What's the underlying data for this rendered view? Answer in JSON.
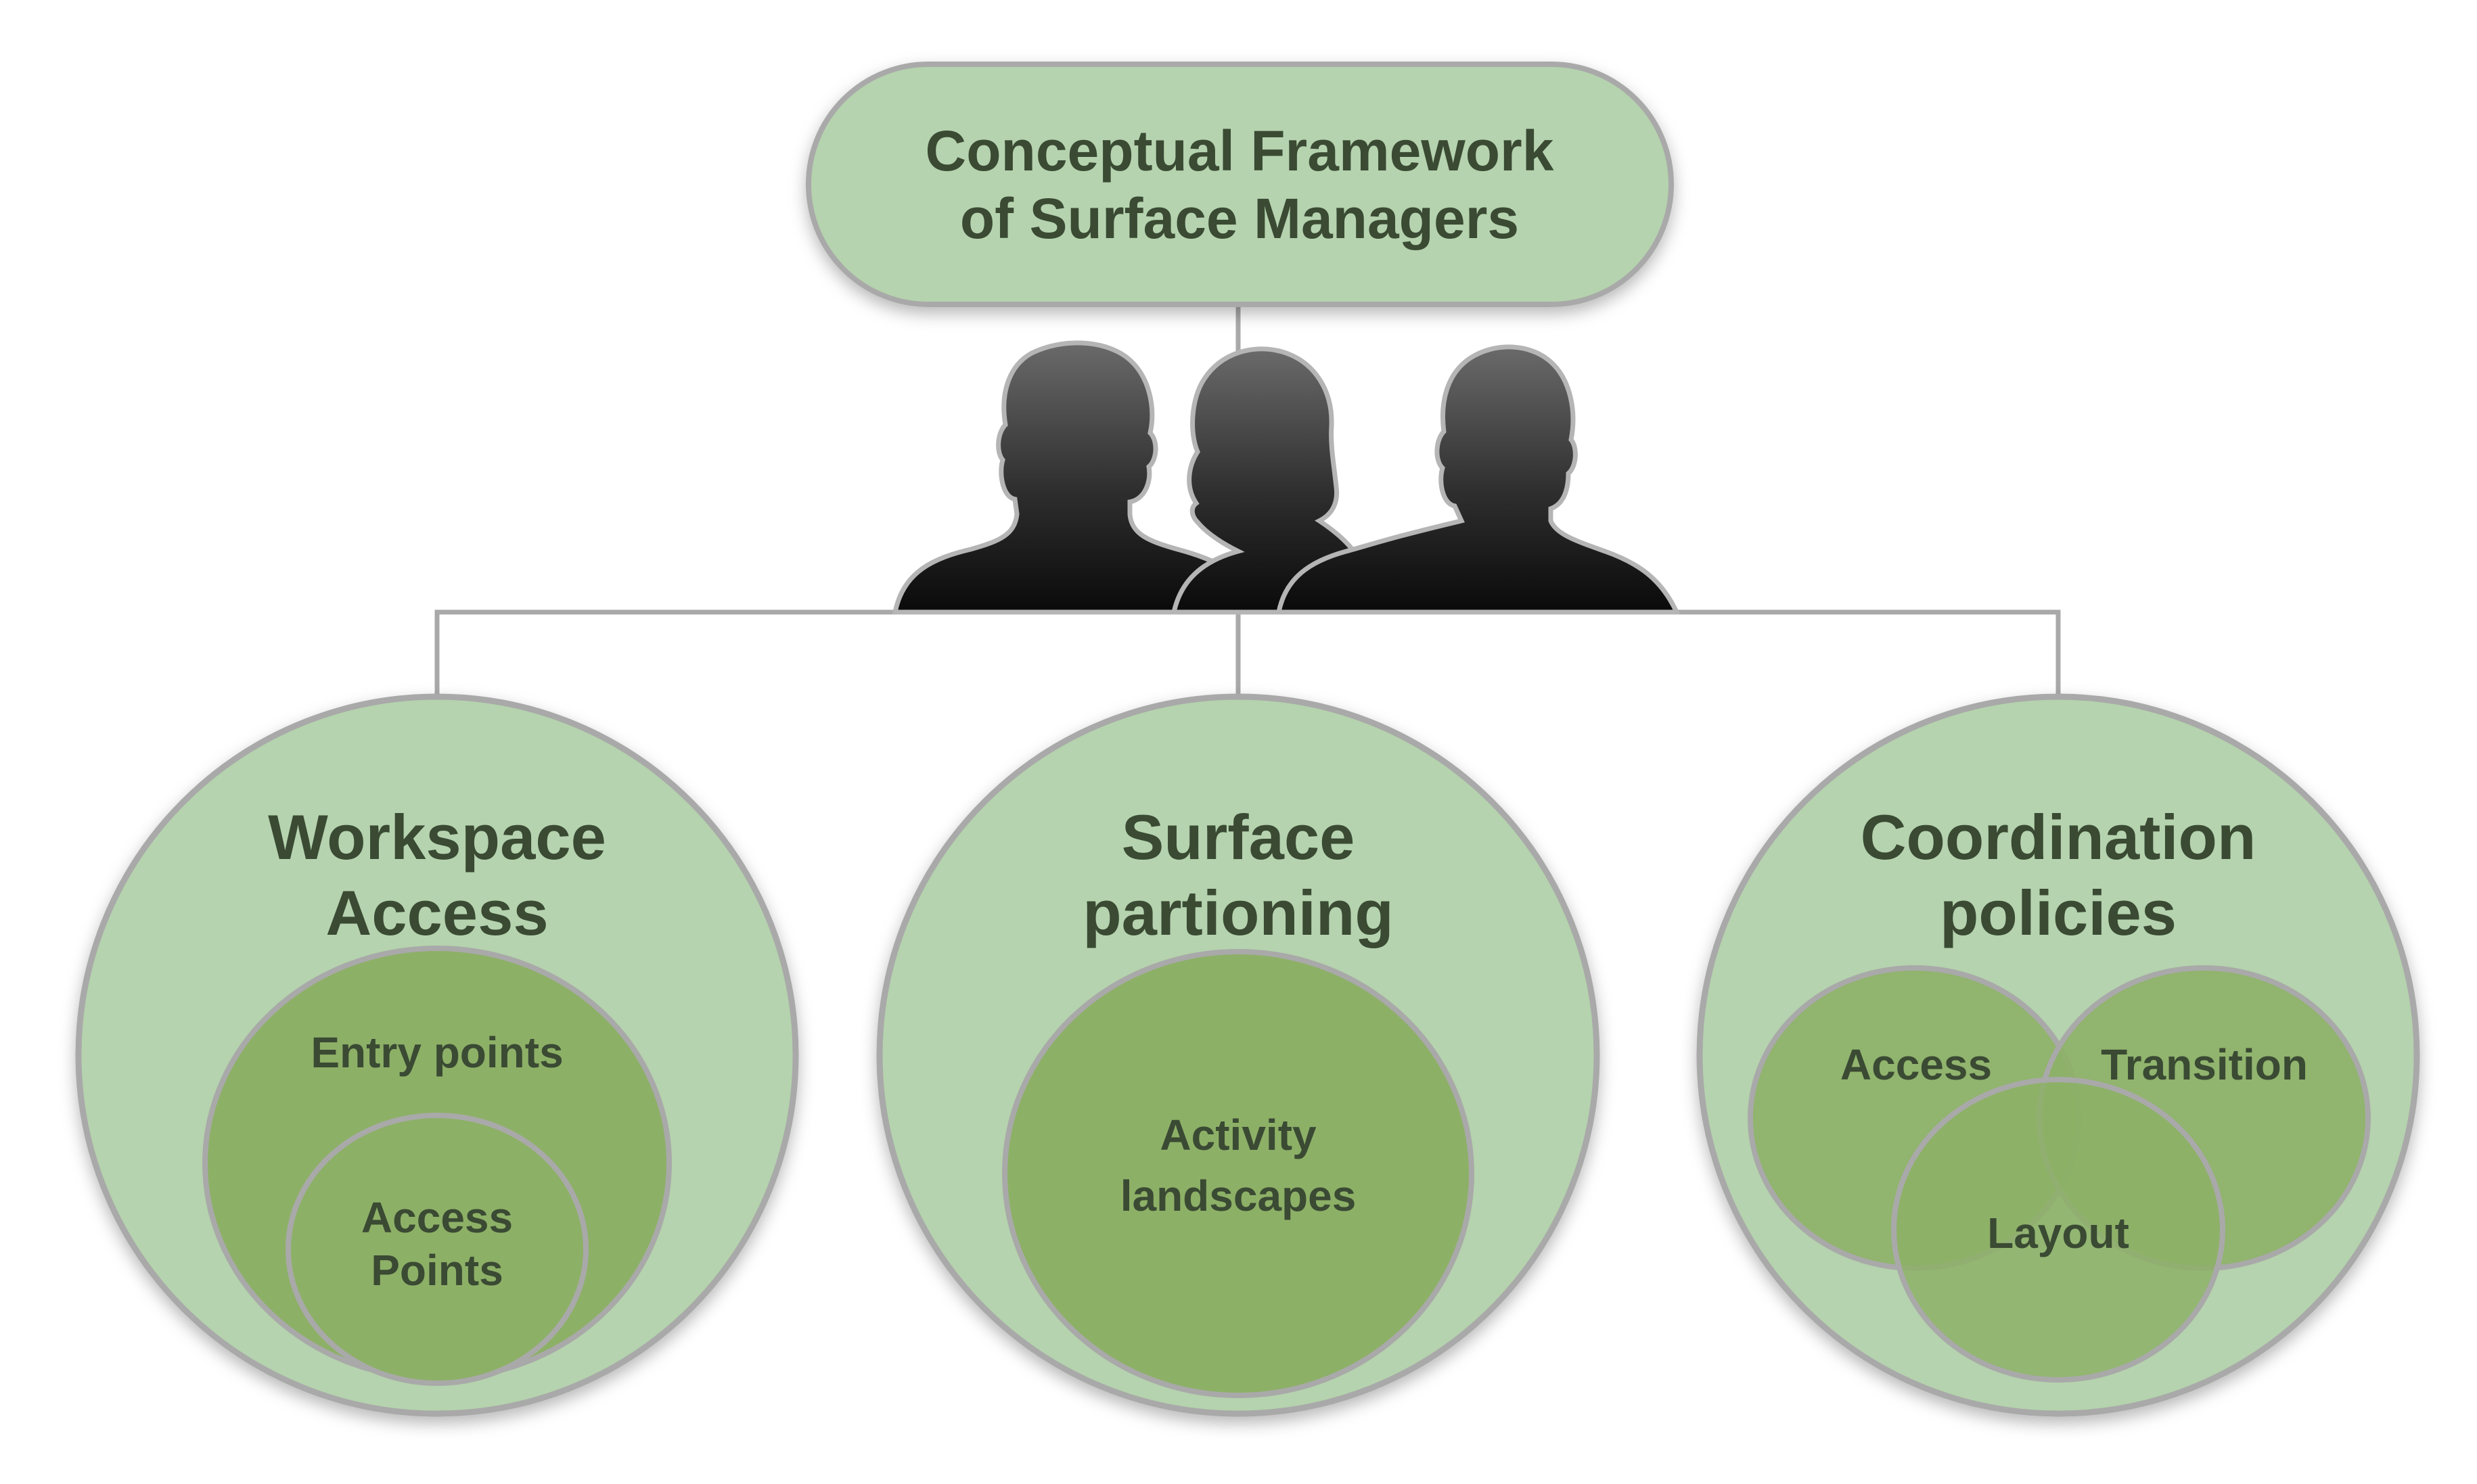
{
  "colors": {
    "outer_fill": "#b5d3ae",
    "inner_fill": "#8db067",
    "stroke": "#a9a9a9",
    "text": "#3a4a33",
    "silhouette": "#2b2b2b"
  },
  "title": {
    "line1": "Conceptual Framework",
    "line2": "of Surface Managers"
  },
  "users_icon": "users-group-silhouette-icon",
  "categories": [
    {
      "line1": "Workspace",
      "line2": "Access",
      "items": [
        {
          "line1": "Entry points"
        },
        {
          "line1": "Access",
          "line2": "Points"
        }
      ]
    },
    {
      "line1": "Surface",
      "line2": "partioning",
      "items": [
        {
          "line1": "Activity",
          "line2": "landscapes"
        }
      ]
    },
    {
      "line1": "Coordination",
      "line2": "policies",
      "items": [
        {
          "line1": "Access"
        },
        {
          "line1": "Transition"
        },
        {
          "line1": "Layout"
        }
      ]
    }
  ]
}
